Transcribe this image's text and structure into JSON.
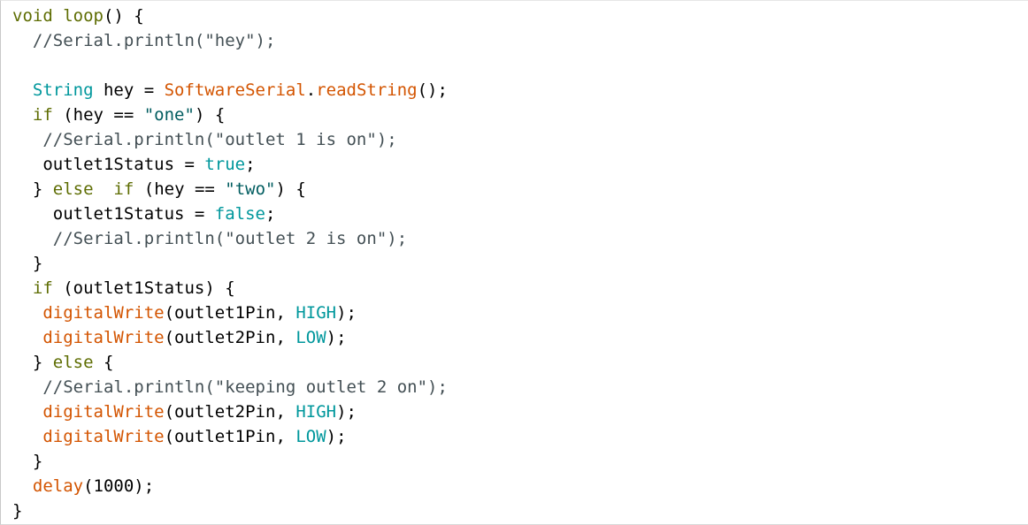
{
  "colors": {
    "keyword": "#5e6d03",
    "type": "#00979c",
    "function": "#d35400",
    "comment": "#434f54",
    "string": "#005c5f",
    "plain": "#000000"
  },
  "code": {
    "lines": [
      [
        {
          "t": "kw",
          "v": "void"
        },
        {
          "t": "tx",
          "v": " "
        },
        {
          "t": "kw",
          "v": "loop"
        },
        {
          "t": "tx",
          "v": "() {"
        }
      ],
      [
        {
          "t": "tx",
          "v": "  "
        },
        {
          "t": "cm",
          "v": "//Serial.println(\"hey\");"
        }
      ],
      [
        {
          "t": "tx",
          "v": ""
        }
      ],
      [
        {
          "t": "tx",
          "v": "  "
        },
        {
          "t": "ty",
          "v": "String"
        },
        {
          "t": "tx",
          "v": " hey = "
        },
        {
          "t": "fn",
          "v": "SoftwareSerial"
        },
        {
          "t": "tx",
          "v": "."
        },
        {
          "t": "fn",
          "v": "readString"
        },
        {
          "t": "tx",
          "v": "();"
        }
      ],
      [
        {
          "t": "tx",
          "v": "  "
        },
        {
          "t": "kw",
          "v": "if"
        },
        {
          "t": "tx",
          "v": " (hey == "
        },
        {
          "t": "st",
          "v": "\"one\""
        },
        {
          "t": "tx",
          "v": ") {"
        }
      ],
      [
        {
          "t": "tx",
          "v": "   "
        },
        {
          "t": "cm",
          "v": "//Serial.println(\"outlet 1 is on\");"
        }
      ],
      [
        {
          "t": "tx",
          "v": "   outlet1Status = "
        },
        {
          "t": "ty",
          "v": "true"
        },
        {
          "t": "tx",
          "v": ";"
        }
      ],
      [
        {
          "t": "tx",
          "v": "  } "
        },
        {
          "t": "kw",
          "v": "else"
        },
        {
          "t": "tx",
          "v": "  "
        },
        {
          "t": "kw",
          "v": "if"
        },
        {
          "t": "tx",
          "v": " (hey == "
        },
        {
          "t": "st",
          "v": "\"two\""
        },
        {
          "t": "tx",
          "v": ") {"
        }
      ],
      [
        {
          "t": "tx",
          "v": "    outlet1Status = "
        },
        {
          "t": "ty",
          "v": "false"
        },
        {
          "t": "tx",
          "v": ";"
        }
      ],
      [
        {
          "t": "tx",
          "v": "    "
        },
        {
          "t": "cm",
          "v": "//Serial.println(\"outlet 2 is on\");"
        }
      ],
      [
        {
          "t": "tx",
          "v": "  }"
        }
      ],
      [
        {
          "t": "tx",
          "v": "  "
        },
        {
          "t": "kw",
          "v": "if"
        },
        {
          "t": "tx",
          "v": " (outlet1Status) {"
        }
      ],
      [
        {
          "t": "tx",
          "v": "   "
        },
        {
          "t": "fn",
          "v": "digitalWrite"
        },
        {
          "t": "tx",
          "v": "(outlet1Pin, "
        },
        {
          "t": "ty",
          "v": "HIGH"
        },
        {
          "t": "tx",
          "v": ");"
        }
      ],
      [
        {
          "t": "tx",
          "v": "   "
        },
        {
          "t": "fn",
          "v": "digitalWrite"
        },
        {
          "t": "tx",
          "v": "(outlet2Pin, "
        },
        {
          "t": "ty",
          "v": "LOW"
        },
        {
          "t": "tx",
          "v": ");"
        }
      ],
      [
        {
          "t": "tx",
          "v": "  } "
        },
        {
          "t": "kw",
          "v": "else"
        },
        {
          "t": "tx",
          "v": " {"
        }
      ],
      [
        {
          "t": "tx",
          "v": "   "
        },
        {
          "t": "cm",
          "v": "//Serial.println(\"keeping outlet 2 on\");"
        }
      ],
      [
        {
          "t": "tx",
          "v": "   "
        },
        {
          "t": "fn",
          "v": "digitalWrite"
        },
        {
          "t": "tx",
          "v": "(outlet2Pin, "
        },
        {
          "t": "ty",
          "v": "HIGH"
        },
        {
          "t": "tx",
          "v": ");"
        }
      ],
      [
        {
          "t": "tx",
          "v": "   "
        },
        {
          "t": "fn",
          "v": "digitalWrite"
        },
        {
          "t": "tx",
          "v": "(outlet1Pin, "
        },
        {
          "t": "ty",
          "v": "LOW"
        },
        {
          "t": "tx",
          "v": ");"
        }
      ],
      [
        {
          "t": "tx",
          "v": "  }"
        }
      ],
      [
        {
          "t": "tx",
          "v": "  "
        },
        {
          "t": "fn",
          "v": "delay"
        },
        {
          "t": "tx",
          "v": "(1000);"
        }
      ],
      [
        {
          "t": "tx",
          "v": "}"
        }
      ]
    ]
  }
}
